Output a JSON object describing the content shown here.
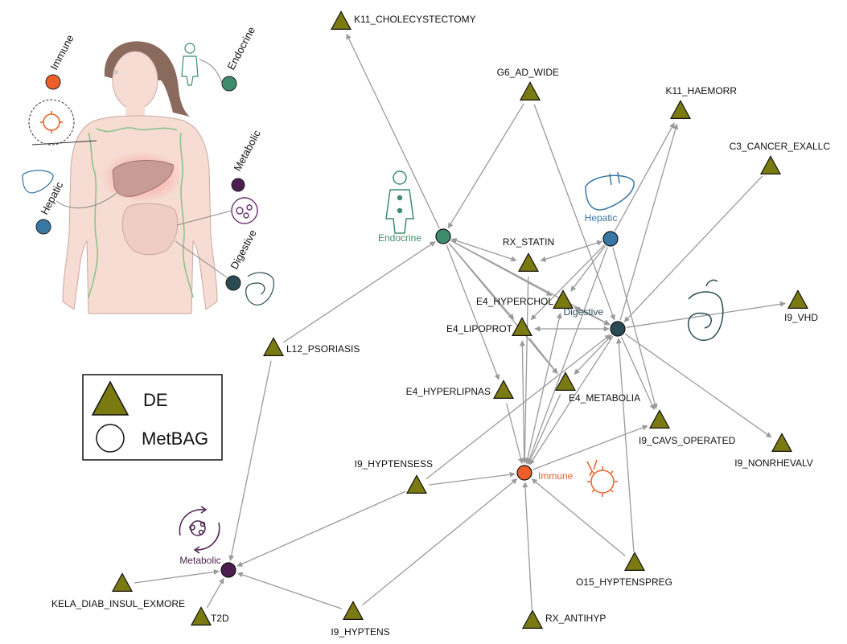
{
  "colors": {
    "de_fill": "#7b7a11",
    "edge": "#9a9a9a",
    "immune": "#ec5f2a",
    "endocrine": "#3f8c6d",
    "metabolic": "#4b1e4f",
    "hepatic": "#3877a4",
    "digestive": "#2a4b53"
  },
  "metbag_nodes": [
    {
      "id": "endocrine",
      "label": "Endocrine"
    },
    {
      "id": "hepatic",
      "label": "Hepatic"
    },
    {
      "id": "digestive",
      "label": "Digestive"
    },
    {
      "id": "immune",
      "label": "Immune"
    },
    {
      "id": "metabolic",
      "label": "Metabolic"
    }
  ],
  "de_nodes": [
    {
      "id": "k11_chole",
      "label": "K11_CHOLECYSTECTOMY"
    },
    {
      "id": "g6",
      "label": "G6_AD_WIDE"
    },
    {
      "id": "k11_haem",
      "label": "K11_HAEMORR"
    },
    {
      "id": "c3",
      "label": "C3_CANCER_EXALLC"
    },
    {
      "id": "rx_statin",
      "label": "RX_STATIN"
    },
    {
      "id": "e4_hyperchol",
      "label": "E4_HYPERCHOL"
    },
    {
      "id": "e4_lipoprot",
      "label": "E4_LIPOPROT"
    },
    {
      "id": "i9_vhd",
      "label": "I9_VHD"
    },
    {
      "id": "l12",
      "label": "L12_PSORIASIS"
    },
    {
      "id": "e4_hyperlip",
      "label": "E4_HYPERLIPNAS"
    },
    {
      "id": "e4_metab",
      "label": "E4_METABOLIA"
    },
    {
      "id": "i9_cavs",
      "label": "I9_CAVS_OPERATED"
    },
    {
      "id": "i9_nonrhev",
      "label": "I9_NONRHEVALV"
    },
    {
      "id": "i9_hyptensess",
      "label": "I9_HYPTENSESS"
    },
    {
      "id": "kela",
      "label": "KELA_DIAB_INSUL_EXMORE"
    },
    {
      "id": "t2d",
      "label": "T2D"
    },
    {
      "id": "i9_hyptens",
      "label": "I9_HYPTENS"
    },
    {
      "id": "o15",
      "label": "O15_HYPTENSPREG"
    },
    {
      "id": "rx_antihyp",
      "label": "RX_ANTIHYP"
    }
  ],
  "edges": [
    [
      "endocrine",
      "k11_chole",
      "to"
    ],
    [
      "g6",
      "endocrine",
      "to"
    ],
    [
      "g6",
      "digestive",
      "to"
    ],
    [
      "endocrine",
      "rx_statin",
      "both"
    ],
    [
      "endocrine",
      "e4_hyperchol",
      "to"
    ],
    [
      "endocrine",
      "e4_lipoprot",
      "to"
    ],
    [
      "endocrine",
      "digestive",
      "to"
    ],
    [
      "endocrine",
      "e4_hyperlip",
      "to"
    ],
    [
      "endocrine",
      "e4_metab",
      "to"
    ],
    [
      "hepatic",
      "rx_statin",
      "both"
    ],
    [
      "hepatic",
      "k11_haem",
      "to"
    ],
    [
      "hepatic",
      "e4_hyperchol",
      "to"
    ],
    [
      "hepatic",
      "e4_lipoprot",
      "to"
    ],
    [
      "hepatic",
      "i9_cavs",
      "to"
    ],
    [
      "hepatic",
      "immune",
      "to"
    ],
    [
      "c3",
      "digestive",
      "to"
    ],
    [
      "digestive",
      "k11_haem",
      "to"
    ],
    [
      "digestive",
      "i9_vhd",
      "to"
    ],
    [
      "digestive",
      "i9_nonrhev",
      "to"
    ],
    [
      "digestive",
      "e4_hyperchol",
      "both"
    ],
    [
      "digestive",
      "e4_lipoprot",
      "both"
    ],
    [
      "digestive",
      "e4_metab",
      "both"
    ],
    [
      "digestive",
      "immune",
      "to"
    ],
    [
      "digestive",
      "i9_cavs",
      "to"
    ],
    [
      "rx_statin",
      "immune",
      "to"
    ],
    [
      "e4_hyperchol",
      "immune",
      "both"
    ],
    [
      "e4_lipoprot",
      "immune",
      "both"
    ],
    [
      "e4_lipoprot",
      "e4_metab",
      "to"
    ],
    [
      "e4_hyperlip",
      "immune",
      "to"
    ],
    [
      "e4_metab",
      "immune",
      "to"
    ],
    [
      "immune",
      "i9_cavs",
      "to"
    ],
    [
      "i9_hyptensess",
      "immune",
      "to"
    ],
    [
      "i9_hyptensess",
      "digestive",
      "to"
    ],
    [
      "i9_hyptensess",
      "metabolic",
      "to"
    ],
    [
      "i9_hyptens",
      "immune",
      "to"
    ],
    [
      "i9_hyptens",
      "metabolic",
      "to"
    ],
    [
      "o15",
      "immune",
      "to"
    ],
    [
      "o15",
      "digestive",
      "to"
    ],
    [
      "rx_antihyp",
      "immune",
      "to"
    ],
    [
      "kela",
      "metabolic",
      "to"
    ],
    [
      "t2d",
      "metabolic",
      "to"
    ],
    [
      "l12",
      "endocrine",
      "to"
    ],
    [
      "l12",
      "metabolic",
      "to"
    ]
  ],
  "figure_labels": {
    "immune": "Immune",
    "endocrine": "Endocrine",
    "metabolic": "Metabolic",
    "hepatic": "Hepatic",
    "digestive": "Digestive"
  },
  "legend": {
    "de_label": "DE",
    "metbag_label": "MetBAG"
  }
}
